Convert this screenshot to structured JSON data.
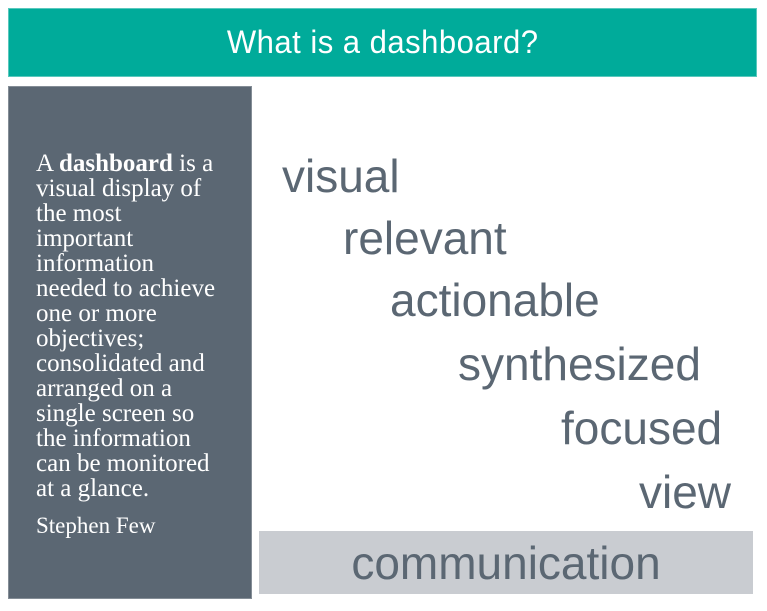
{
  "slide": {
    "title": "What is a dashboard?",
    "definition": {
      "line1_prefix": "A ",
      "line1_bold": "dashboard",
      "line1_suffix": " is a",
      "rest": "visual display of\nthe most\nimportant\ninformation\nneeded to achieve\none or more\nobjectives;\nconsolidated and\narranged on a\nsingle screen so\nthe information\ncan be monitored\nat a glance.",
      "attribution": "Stephen Few"
    },
    "keywords": [
      "visual",
      "relevant",
      "actionable",
      "synthesized",
      "focused",
      "view"
    ],
    "footer_word": "communication",
    "colors": {
      "accent_teal": "#00ab9a",
      "panel_slate": "#5b6773",
      "footer_gray": "#c9ccd1",
      "title_text": "#ffffff",
      "keyword_text": "#5b6773"
    }
  }
}
